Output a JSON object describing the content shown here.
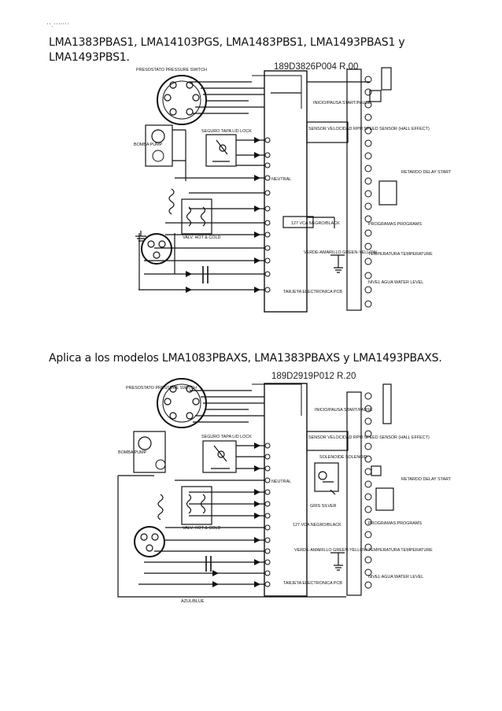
{
  "top_clip_text": "' ' . ' ' ' ' ' ' '",
  "section1": {
    "heading": "LMA1383PBAS1, LMA14103PGS, LMA1483PBS1, LMA1493PBAS1 y LMA1493PBS1.",
    "part_number": "189D3826P004 R.00",
    "labels": {
      "pressure_switch": "PRESOSTATO PRESSURE SWITCH",
      "bomba": "BOMBA PUMP",
      "lid_lock": "SEGURO TAPA LID LOCK",
      "start_pause": "INICIO/PAUSA START/PAUSE",
      "speed_sensor": "SENSOR VELOCIDAD RPM SPEED SENSOR (HALL EFFECT)",
      "pcb": "TARJETA ELECTRONICA PCB",
      "programs": "PROGRAMAS PROGRAMS",
      "temperature": "TEMPERATURA TEMPERATURE",
      "water_level": "NIVEL AGUA WATER LEVEL",
      "delay_start": "RETARDO DELAY START",
      "neutral": "NEUTRAL",
      "ground": "VERDE-AMARILLO GREEN-YELLOW",
      "vca": "127 VCA NEGRO/BLACK",
      "valves": "VALV. HOT & COLD"
    }
  },
  "section2": {
    "heading": "Aplica a los modelos LMA1083PBAXS, LMA1383PBAXS y LMA1493PBAXS.",
    "part_number": "189D2919P012 R.20",
    "labels": {
      "pressure_switch": "PRESOSTATO PRESSURE SWITCH",
      "bomba": "BOMBA PUMP",
      "lid_lock": "SEGURO TAPA LID LOCK",
      "start_pause": "INICIO/PAUSA START/PAUSE",
      "speed_sensor": "SENSOR VELOCIDAD RPM SPEED SENSOR (HALL EFFECT)",
      "solenoid": "SOLENOIDE SOLENOID",
      "pcb": "TARJETA ELECTRONICA PCB",
      "programs": "PROGRAMAS PROGRAMS",
      "temperature": "TEMPERATURA TEMPERATURE",
      "water_level": "NIVEL AGUA WATER LEVEL",
      "delay_start": "RETARDO DELAY START",
      "neutral": "NEUTRAL",
      "ground": "VERDE-AMARILLO GREEN-YELLOW",
      "vca": "127 VCA NEGRO/BLACK",
      "azul_blue": "AZUL/BLUE",
      "gris": "GRIS SILVER",
      "valves": "VALV. HOT & COLD"
    }
  }
}
